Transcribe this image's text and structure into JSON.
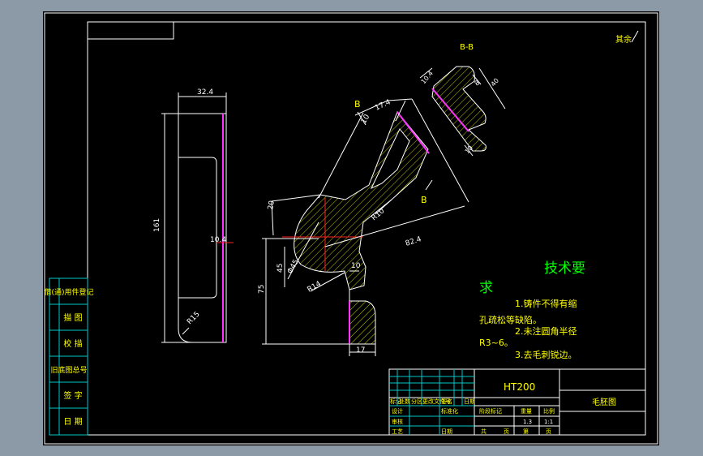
{
  "colors": {
    "frame": "#ffffff",
    "border": "#00c8c8",
    "hatch": "#c8c800",
    "dim": "#ffffff",
    "center": "#ff2020",
    "edge_magenta": "#ff33ff",
    "text_green": "#00ff00",
    "text_yellow": "#ffff00",
    "text_white": "#ffffff",
    "background": "#000000"
  },
  "annotations": {
    "section_label": "B-B",
    "corner_mark": "其余",
    "view_b1": "B",
    "view_b2": "B"
  },
  "dimensions": {
    "d_32_4": "32.4",
    "d_161": "161",
    "d_10_4": "10.4",
    "d_r15": "R15",
    "d_17_4": "17.4",
    "d_10a": "10",
    "d_20": "20",
    "d_r10": "R10",
    "d_82_4": "82.4",
    "d_45": "45",
    "d_phi45": "Φ45",
    "d_75": "75",
    "d_r14": "R14",
    "d_10b": "10",
    "d_17": "17",
    "d_10_4b": "10.4",
    "d_8": "8",
    "d_40": "40",
    "d_10c": "10"
  },
  "tech": {
    "title": "技术要",
    "title2": "求",
    "line1": "1.铸件不得有缩",
    "line2": "孔疏松等缺陷。",
    "line3": "2.未注圆角半径",
    "line4": "R3~6。",
    "line5": "3.去毛刺锐边。"
  },
  "left_block": {
    "row1": "借(通)用件登记",
    "row2": "描 图",
    "row3": "校 描",
    "row4": "旧底图总号",
    "row5": "签 字",
    "row6": "日 期"
  },
  "title_block": {
    "material": "HT200",
    "name": "毛胚图",
    "c_mark": "标记",
    "c_count": "处数",
    "c_zone": "分区",
    "c_doc": "更改文件号",
    "c_sign": "签名",
    "c_date": "日期",
    "c_design": "设计",
    "c_std": "标准化",
    "c_check": "审核",
    "c_craft": "工艺",
    "c_date2": "日期",
    "c_stage": "阶段标记",
    "c_weight": "重量",
    "c_scale": "比例",
    "weight_val": "1.3",
    "scale_val": "1:1",
    "c_total": "共",
    "c_page": "页",
    "c_no": "第",
    "c_page2": "页"
  }
}
